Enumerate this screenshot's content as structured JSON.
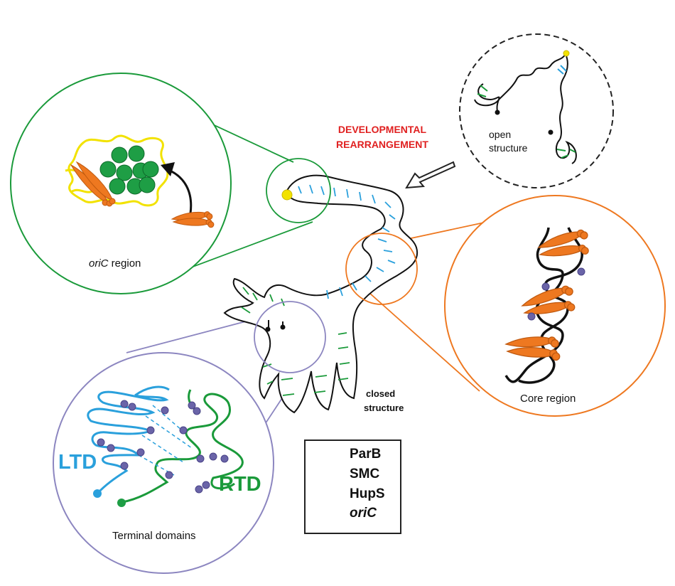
{
  "title": {
    "line1": "DEVELOPMENTAL",
    "line2": "REARRANGEMENT"
  },
  "open_structure": {
    "line1": "open",
    "line2": "structure"
  },
  "closed_structure": {
    "line1": "closed",
    "line2": "structure"
  },
  "oric_region": {
    "label_italic": "oriC",
    "label_rest": " region"
  },
  "core_region": {
    "label": "Core region"
  },
  "terminal_domains": {
    "label": "Terminal domains",
    "ltd": "LTD",
    "rtd": "RTD"
  },
  "legend": {
    "items": [
      {
        "label": "ParB",
        "symbol": "green-dot"
      },
      {
        "label": "SMC",
        "symbol": "orange-smc"
      },
      {
        "label": "HupS",
        "symbol": "purple-dot"
      },
      {
        "label": "oriC",
        "symbol": "yellow-dot"
      }
    ]
  },
  "colors": {
    "green": "#1a9a3a",
    "orange": "#ee7820",
    "purple": "#8c86c0",
    "blue": "#2aa0dc",
    "yellow": "#f2e200",
    "red": "#e02020",
    "parb": "#1e9e45",
    "hups": "#6a64a8"
  }
}
